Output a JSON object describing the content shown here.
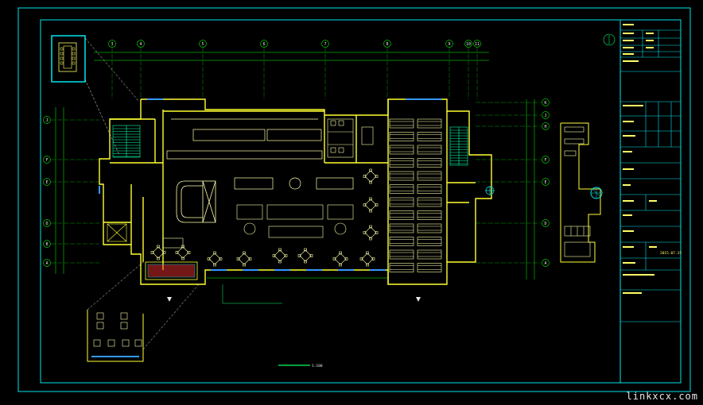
{
  "drawing": {
    "sheet_title": "",
    "scale": "1:100",
    "title_block_date": "2015.07.15",
    "watermark": "linkxcx.com"
  },
  "grid": {
    "columns": [
      "3",
      "4",
      "5",
      "6",
      "7",
      "8",
      "9",
      "10",
      "11"
    ],
    "rows": [
      "J",
      "F",
      "E",
      "D",
      "B",
      "A"
    ],
    "right_rows": [
      "K",
      "J",
      "H",
      "F",
      "E",
      "D",
      "A"
    ]
  },
  "colors": {
    "frame": "#00e5ee",
    "walls": "#ffff33",
    "furniture": "#ffffaa",
    "grid_lines": "#00cc00",
    "dimensions": "#00ff00",
    "glazing": "#3399ff",
    "stairs": "#00ffaa",
    "red_hatch": "#ff3333",
    "white_text": "#e8e8e8"
  },
  "icons": {
    "north_arrow": "north-arrow-icon",
    "section_marker": "section-marker-icon"
  }
}
